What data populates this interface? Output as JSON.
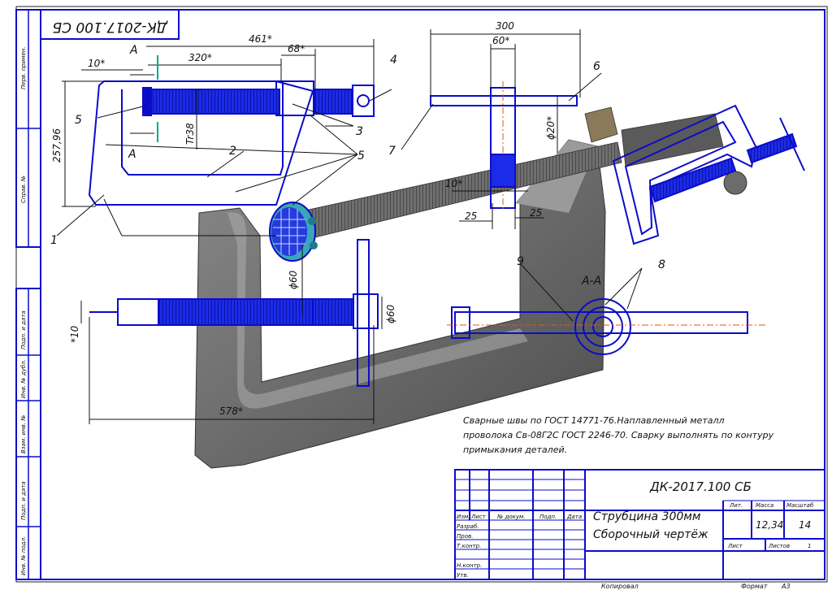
{
  "drawing": {
    "designation": "ДК-2017.100 СБ",
    "designation_mirrored": "ДК-2017.100 СБ",
    "title_line1": "Струбцина 300мм",
    "title_line2": "Сборочный чертёж",
    "mass": "12,34",
    "scale": "14",
    "headers": {
      "lit": "Лит.",
      "mass": "Масса",
      "scale": "Масштаб",
      "sheet": "Лист",
      "sheets": "Листов",
      "sheets_count": "1",
      "izm": "Изм.",
      "list": "Лист",
      "doc": "№ докум.",
      "sign": "Подп.",
      "date": "Дата",
      "razrab": "Разраб.",
      "prov": "Пров.",
      "tkontr": "Т.контр.",
      "nkontr": "Н.контр.",
      "utv": "Утв."
    },
    "footer_left": "Копировал",
    "footer_format": "Формат",
    "footer_size": "А3"
  },
  "left_margin": {
    "perv_primen": "Перв. примен.",
    "sprav": "Справ. №",
    "podp_data_1": "Подп. и дата",
    "inv_dubl": "Инв. № дубл.",
    "vzam_inv": "Взам. инв. №",
    "podp_data_2": "Подп. и дата",
    "inv_podl": "Инв. № подл."
  },
  "notes": {
    "line1": "Сварные швы по ГОСТ 14771-76.Наплавленный металл",
    "line2": "проволока Св-08Г2С ГОСТ 2246-70. Сварку выполнять по контуру",
    "line3": "примыкания деталей."
  },
  "dimensions": {
    "d461": "461*",
    "d320": "320*",
    "d68": "68*",
    "d10a": "10*",
    "d257": "257,96",
    "tr38": "Tr38",
    "d300": "300",
    "d60": "60*",
    "phi20": "ϕ20*",
    "d10b": "10*",
    "d25a": "25",
    "d25b": "25",
    "phi60a": "ϕ60",
    "phi60b": "ϕ60",
    "d10c": "*10",
    "d578": "578*"
  },
  "labels": {
    "A1": "А",
    "A2": "А",
    "section": "А-А",
    "p1": "1",
    "p2": "2",
    "p3": "3",
    "p4": "4",
    "p5a": "5",
    "p5b": "5",
    "p6": "6",
    "p7": "7",
    "p8": "8",
    "p9": "9"
  }
}
